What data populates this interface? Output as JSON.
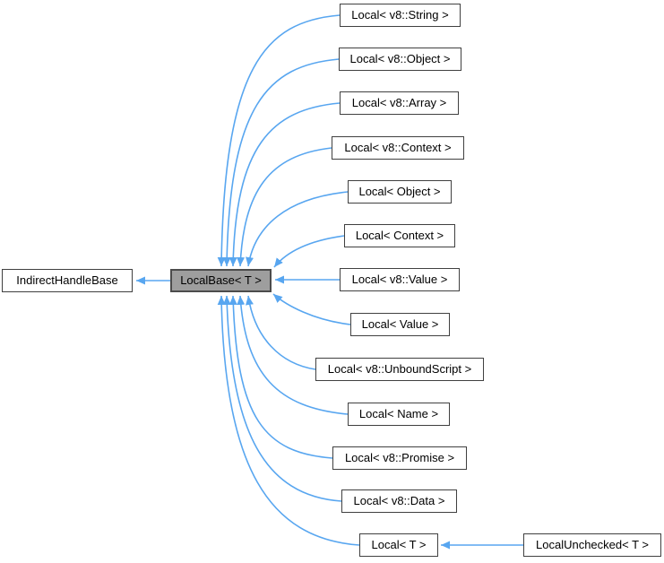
{
  "colors": {
    "edge-color": "#58a6f0",
    "node-border": "#404040",
    "node-fill": "#ffffff",
    "highlight-fill": "#9e9e9e",
    "highlight-border": "#4c4c4c",
    "text-color": "#000000",
    "bg-color": "#ffffff"
  },
  "diagram": {
    "type": "inheritance-graph",
    "base": "IndirectHandleBase",
    "focus": "LocalBase< T >",
    "derived": [
      "Local< v8::String >",
      "Local< v8::Object >",
      "Local< v8::Array >",
      "Local< v8::Context >",
      "Local< Object >",
      "Local< Context >",
      "Local< v8::Value >",
      "Local< Value >",
      "Local< v8::UnboundScript >",
      "Local< Name >",
      "Local< v8::Promise >",
      "Local< v8::Data >",
      "Local< T >"
    ],
    "local_t_derived": "LocalUnchecked< T >"
  }
}
